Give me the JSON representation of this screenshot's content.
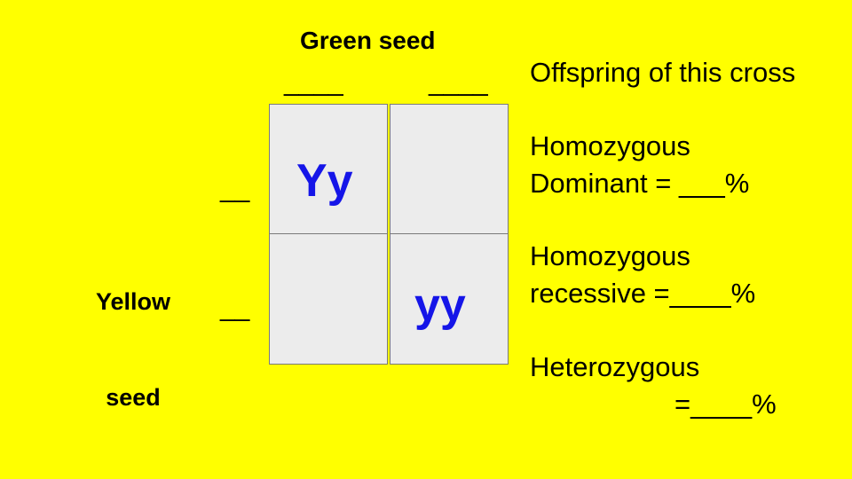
{
  "top_label": "Green seed",
  "top_blanks": [
    "____",
    "____"
  ],
  "side_label_lines": [
    "Yellow",
    "seed"
  ],
  "side_blanks": [
    "__",
    "__"
  ],
  "punnett": {
    "cells": [
      {
        "genotype": "Yy"
      },
      {
        "genotype": ""
      },
      {
        "genotype": ""
      },
      {
        "genotype": "yy"
      }
    ]
  },
  "questions": {
    "heading": "Offspring of this cross",
    "hom_dom_line1": "Homozygous",
    "hom_dom_line2": "Dominant = ___%",
    "hom_rec_line1": "Homozygous",
    "hom_rec_line2": "recessive =____%",
    "het_line1": "Heterozygous",
    "het_line2": "=____%"
  },
  "colors": {
    "background": "#ffff00",
    "genotype_text": "#1515e8",
    "cell_fill": "#ececec"
  }
}
